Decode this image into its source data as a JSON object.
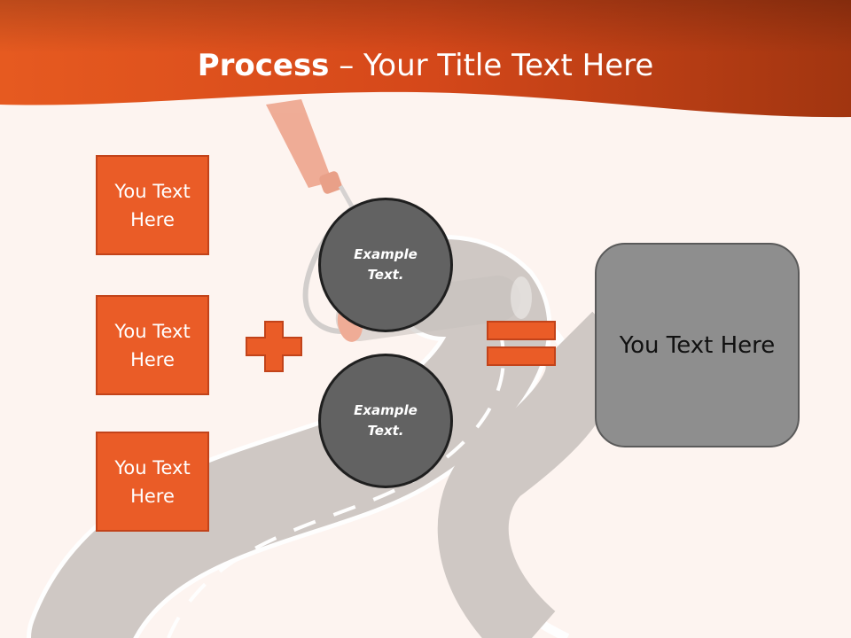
{
  "title": {
    "bold": "Process",
    "rest": " – Your Title Text Here"
  },
  "left_boxes": [
    {
      "label": "You Text Here"
    },
    {
      "label": "You Text Here"
    },
    {
      "label": "You Text Here"
    }
  ],
  "circles": [
    {
      "label": "Example Text."
    },
    {
      "label": "Example Text."
    }
  ],
  "result_box": {
    "label": "You Text Here"
  },
  "colors": {
    "accent": "#ea5c27",
    "header_dark": "#9c3110",
    "circle_fill": "#626262",
    "result_fill": "#8e8e8e",
    "background": "#fdf4f0"
  },
  "icons": {
    "plus": "plus-icon",
    "equals": "equals-icon"
  }
}
